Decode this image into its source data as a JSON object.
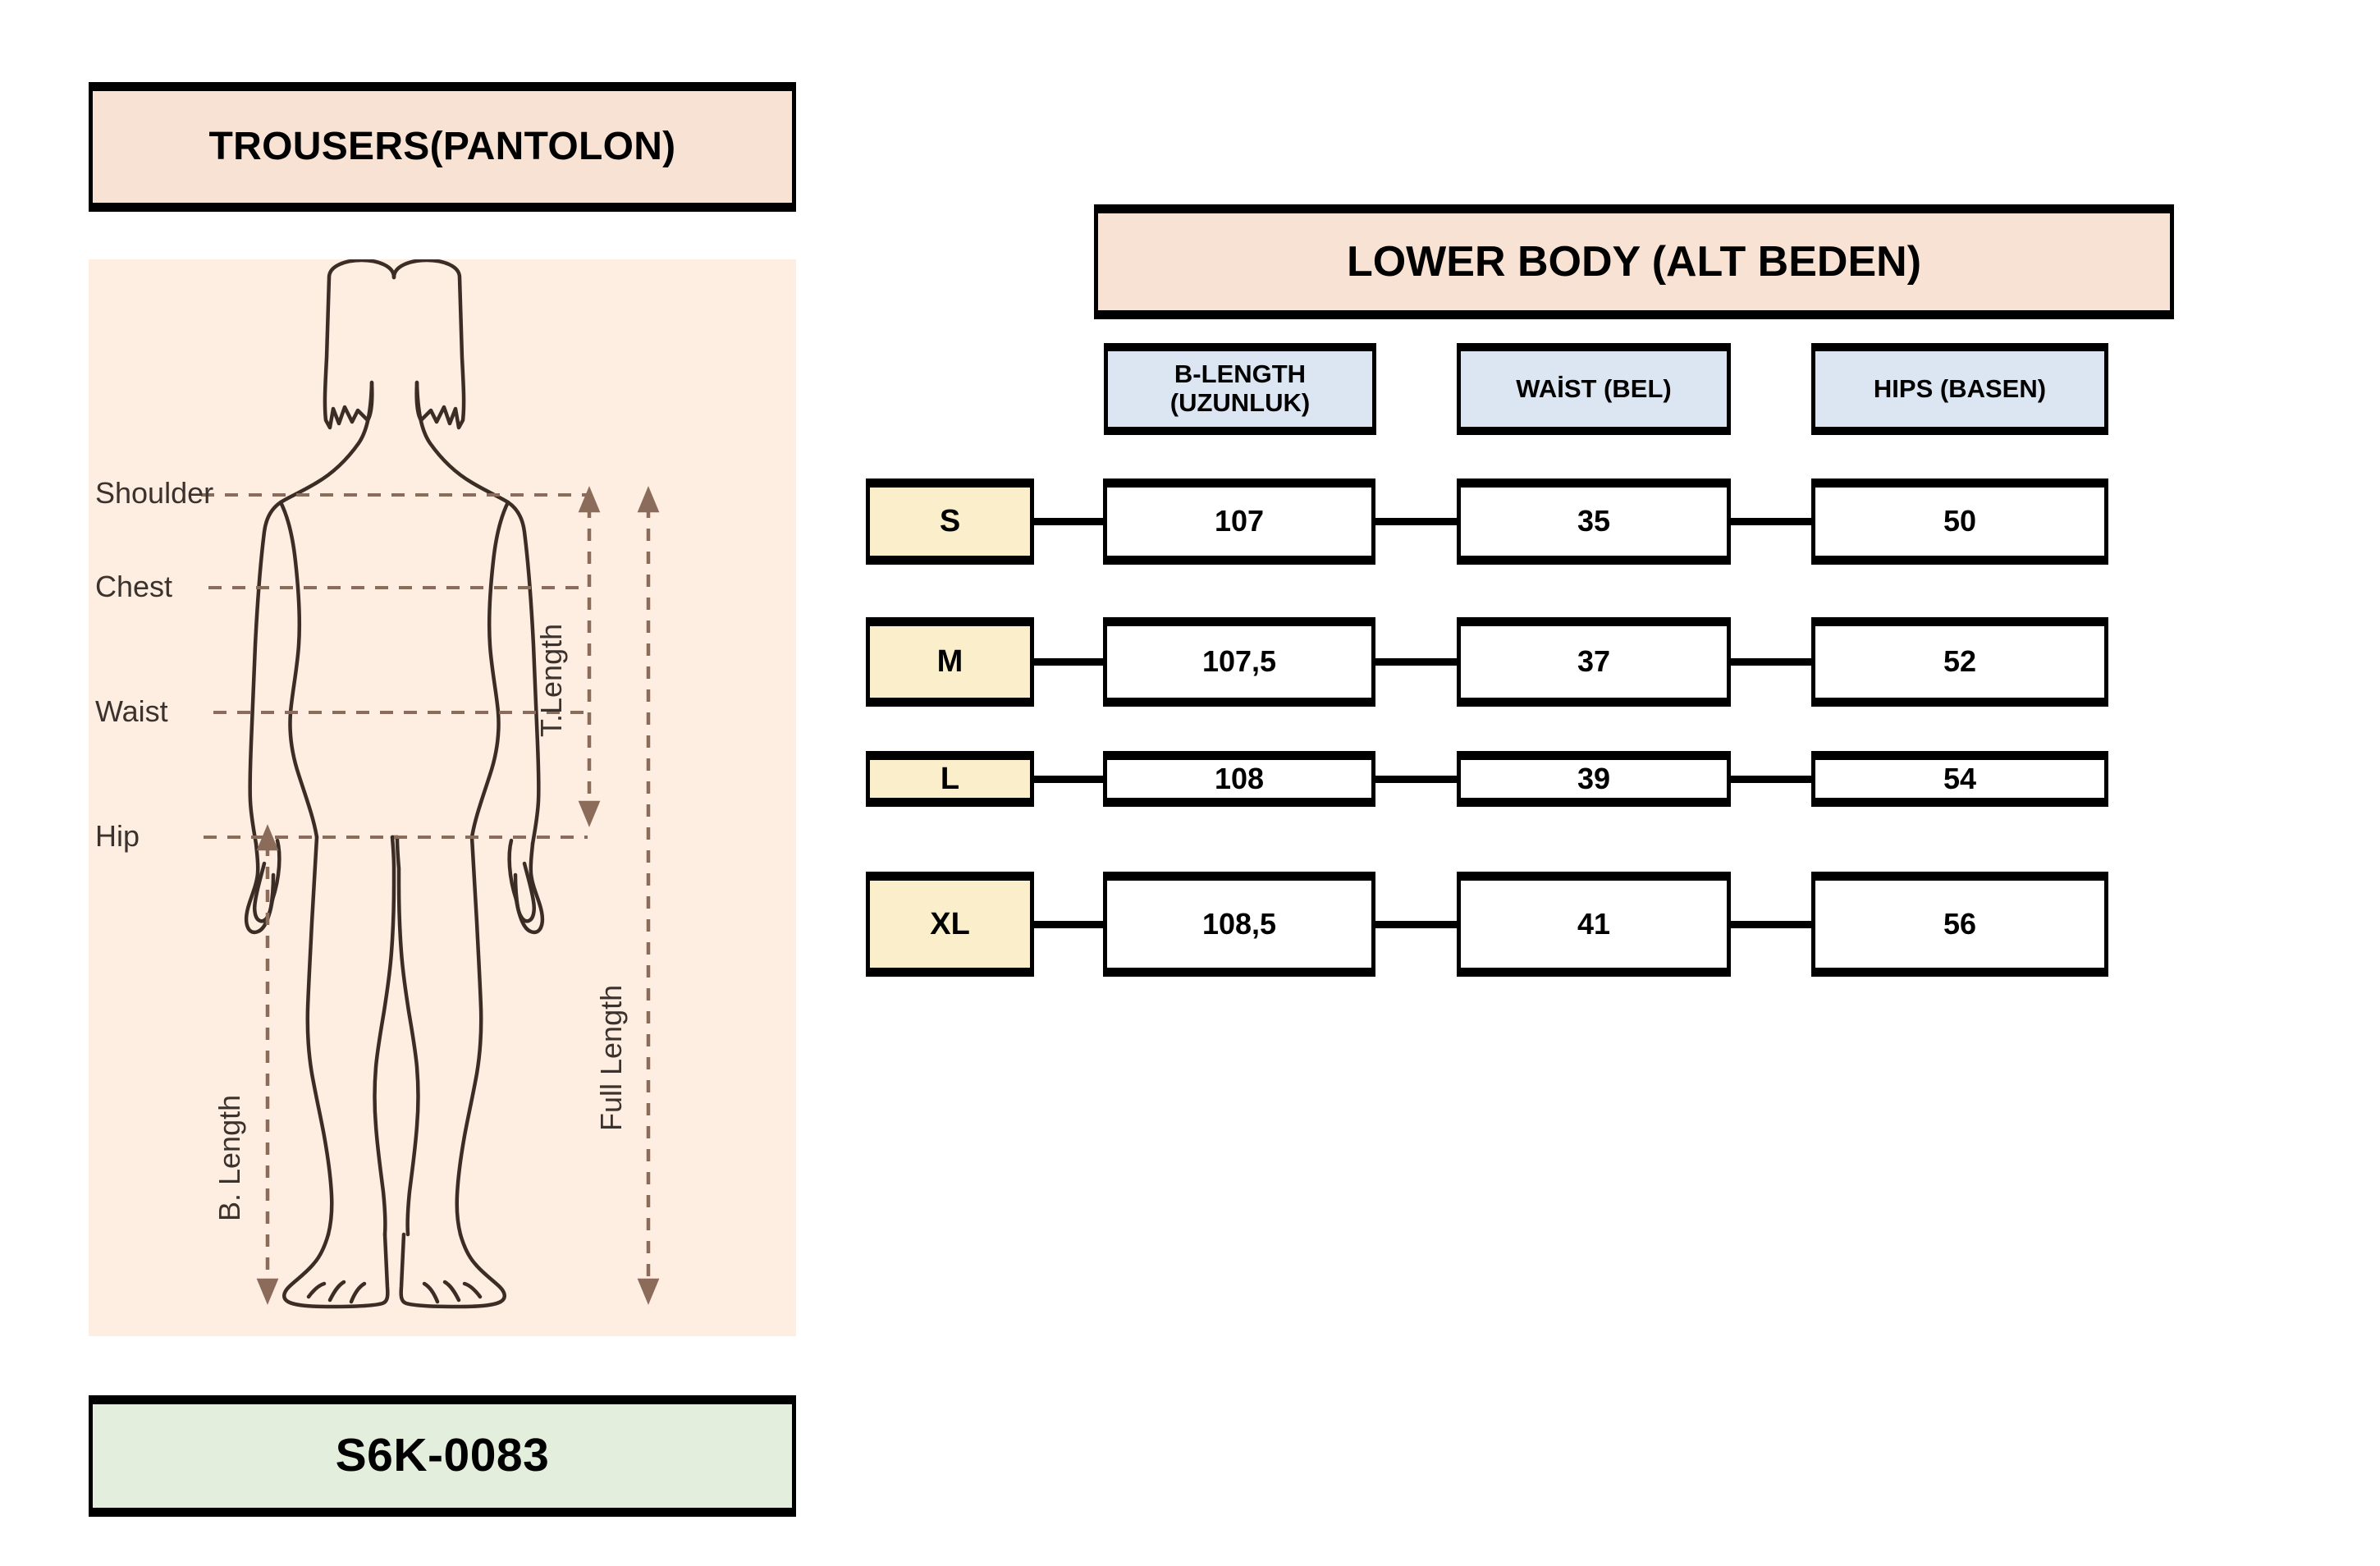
{
  "title": {
    "label": "TROUSERS(PANTOLON)"
  },
  "product_code": {
    "label": "S6K-0083"
  },
  "figure": {
    "labels": {
      "shoulder": "Shoulder",
      "chest": "Chest",
      "waist": "Waist",
      "hip": "Hip",
      "t_length": "T.Length",
      "full_length": "Full Length",
      "b_length": "B. Length"
    }
  },
  "table": {
    "header": "LOWER BODY (ALT BEDEN)",
    "size_column_header": "",
    "columns": [
      {
        "line1": "B-LENGTH",
        "line2": "(UZUNLUK)"
      },
      {
        "line1": "WAİST   (BEL)",
        "line2": ""
      },
      {
        "line1": "HIPS (BASEN)",
        "line2": ""
      }
    ],
    "rows": [
      {
        "size": "S",
        "b_length": "107",
        "waist": "35",
        "hips": "50"
      },
      {
        "size": "M",
        "b_length": "107,5",
        "waist": "37",
        "hips": "52"
      },
      {
        "size": "L",
        "b_length": "108",
        "waist": "39",
        "hips": "54"
      },
      {
        "size": "XL",
        "b_length": "108,5",
        "waist": "41",
        "hips": "56"
      }
    ]
  },
  "colors": {
    "peach": "#F7E2D4",
    "panel_bg": "#FDEEE1",
    "green": "#E3EEDD",
    "blue_header": "#DCE6F2",
    "cream_size": "#FAEFCA",
    "outline": "#000000",
    "figure_stroke": "#3B2D25",
    "dash_line": "#8B6B5A"
  }
}
